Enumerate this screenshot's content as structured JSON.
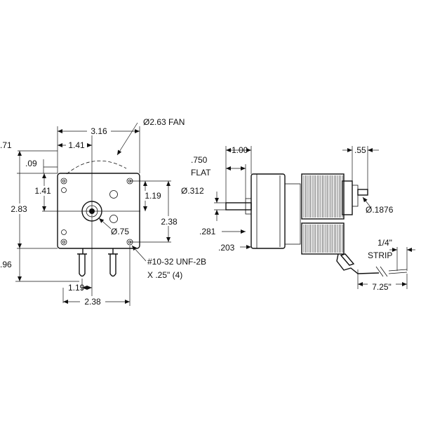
{
  "front_view": {
    "fan_label": "2.63 FAN",
    "width_top": "3.16",
    "offset_top": "1.41",
    "left_edge": ".71",
    "step_09": ".09",
    "height_141": "1.41",
    "height_283": "2.83",
    "right_119": "1.19",
    "right_238": "2.38",
    "hub_dia": ".75",
    "bottom_96": ".96",
    "bottom_119": "1.19",
    "bottom_238": "2.38",
    "thread_line1": "#10-32 UNF-2B",
    "thread_line2": "X .25\" (4)"
  },
  "side_view": {
    "dim_100": "1.00",
    "flat_top": ".750",
    "flat_word": "FLAT",
    "shaft_dia": ".312",
    "dim_281": ".281",
    "dim_203": ".203",
    "dim_55": ".55",
    "pin_dia": ".1876",
    "strip_top": "1/4\"",
    "strip_word": "STRIP",
    "lead_len": "7.25\""
  },
  "symbols": {
    "diameter": "Ø"
  }
}
